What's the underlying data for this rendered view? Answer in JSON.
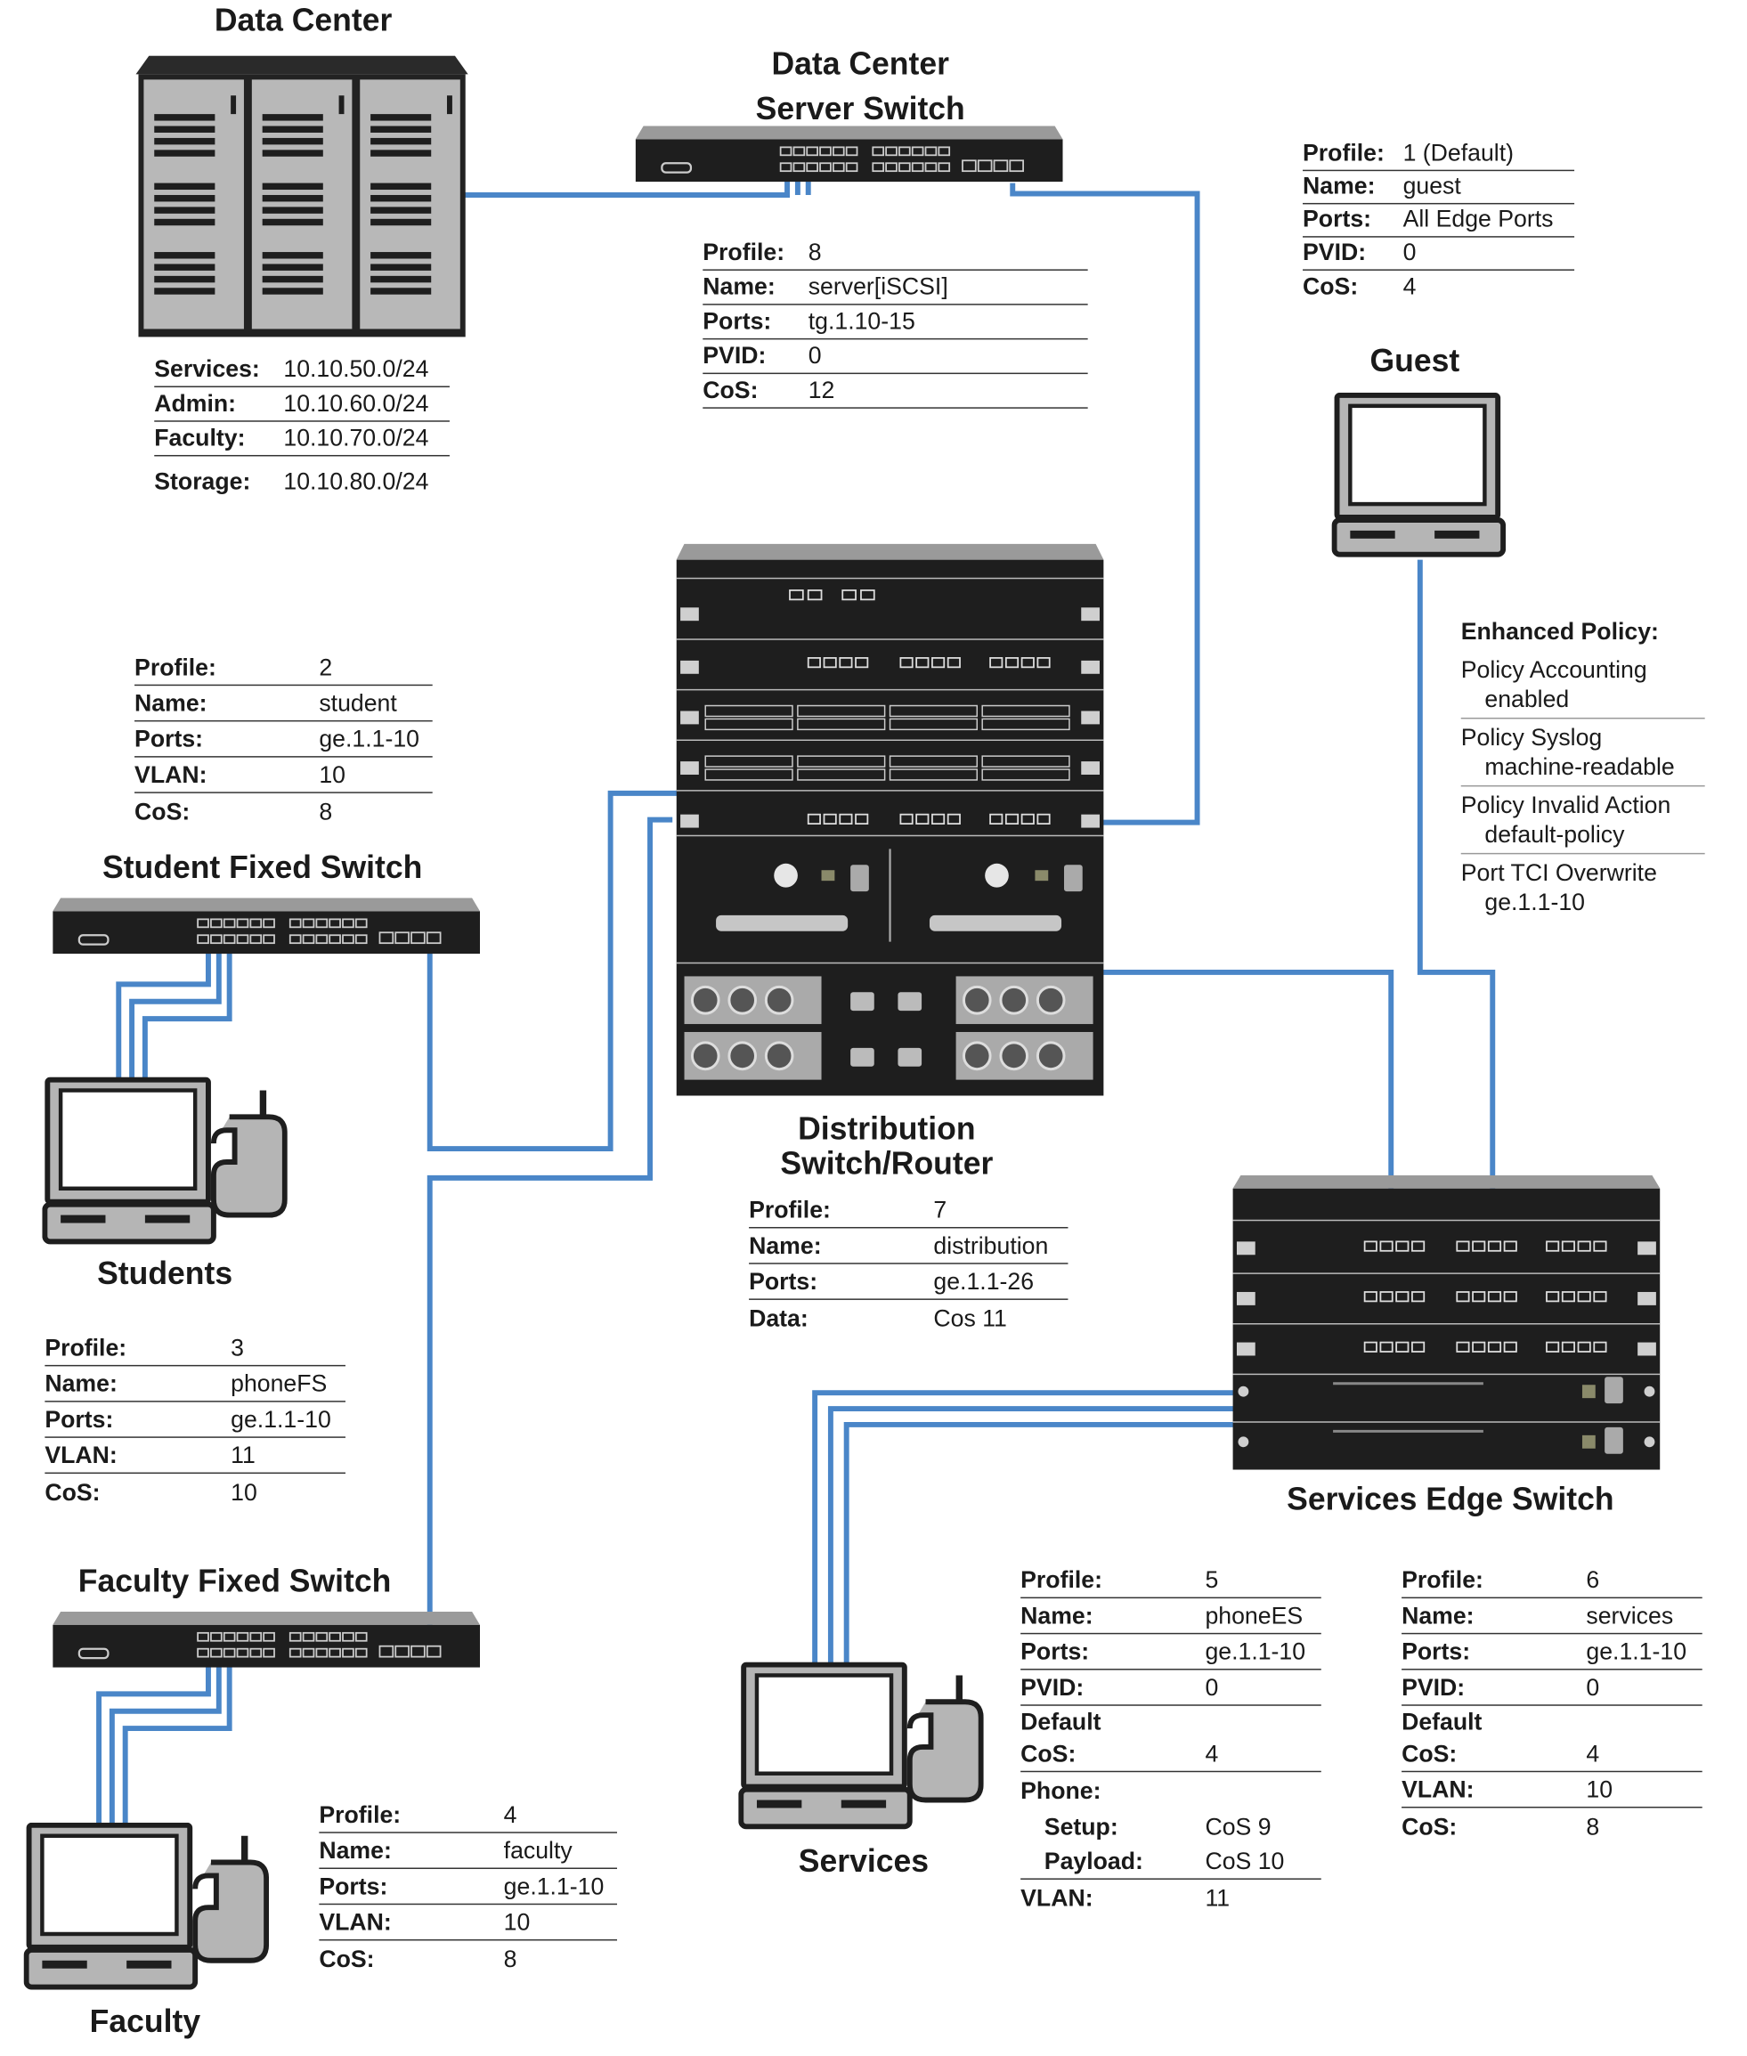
{
  "colors": {
    "link": "#4a86c8",
    "device_dark": "#1e1e1e",
    "device_light": "#b5b5b5"
  },
  "devices": {
    "data_center": "Data Center",
    "dc_server_switch_line1": "Data Center",
    "dc_server_switch_line2": "Server Switch",
    "guest": "Guest",
    "student_switch": "Student Fixed Switch",
    "students": "Students",
    "distribution_line1": "Distribution",
    "distribution_line2": "Switch/Router",
    "services_edge": "Services Edge Switch",
    "faculty_switch": "Faculty Fixed Switch",
    "services": "Services",
    "faculty": "Faculty"
  },
  "data_center_subnets": [
    {
      "key": "Services:",
      "value": "10.10.50.0/24"
    },
    {
      "key": "Admin:",
      "value": "10.10.60.0/24"
    },
    {
      "key": "Faculty:",
      "value": "10.10.70.0/24"
    },
    {
      "key": "Storage:",
      "value": "10.10.80.0/24"
    }
  ],
  "profile_server": [
    {
      "key": "Profile:",
      "value": "8"
    },
    {
      "key": "Name:",
      "value": "server[iSCSI]"
    },
    {
      "key": "Ports:",
      "value": "tg.1.10-15"
    },
    {
      "key": "PVID:",
      "value": "0"
    },
    {
      "key": "CoS:",
      "value": "12"
    }
  ],
  "profile_guest": [
    {
      "key": "Profile:",
      "value": "1 (Default)"
    },
    {
      "key": "Name:",
      "value": "guest"
    },
    {
      "key": "Ports:",
      "value": "All Edge Ports"
    },
    {
      "key": "PVID:",
      "value": "0"
    },
    {
      "key": "CoS:",
      "value": "4"
    }
  ],
  "enhanced_policy": {
    "title": "Enhanced Policy:",
    "items": [
      {
        "line1": "Policy Accounting",
        "line2": "enabled"
      },
      {
        "line1": "Policy Syslog",
        "line2": "machine-readable"
      },
      {
        "line1": "Policy Invalid Action",
        "line2": "default-policy"
      },
      {
        "line1": "Port TCI Overwrite",
        "line2": "ge.1.1-10"
      }
    ]
  },
  "profile_student": [
    {
      "key": "Profile:",
      "value": "2"
    },
    {
      "key": "Name:",
      "value": "student"
    },
    {
      "key": "Ports:",
      "value": "ge.1.1-10"
    },
    {
      "key": "VLAN:",
      "value": "10"
    },
    {
      "key": "CoS:",
      "value": "8"
    }
  ],
  "profile_distribution": [
    {
      "key": "Profile:",
      "value": "7"
    },
    {
      "key": "Name:",
      "value": "distribution"
    },
    {
      "key": "Ports:",
      "value": "ge.1.1-26"
    },
    {
      "key": "Data:",
      "value": "Cos 11"
    }
  ],
  "profile_phonefs": [
    {
      "key": "Profile:",
      "value": "3"
    },
    {
      "key": "Name:",
      "value": "phoneFS"
    },
    {
      "key": "Ports:",
      "value": "ge.1.1-10"
    },
    {
      "key": "VLAN:",
      "value": "11"
    },
    {
      "key": "CoS:",
      "value": "10"
    }
  ],
  "profile_phonees": {
    "profile_k": "Profile:",
    "profile_v": "5",
    "name_k": "Name:",
    "name_v": "phoneES",
    "ports_k": "Ports:",
    "ports_v": "ge.1.1-10",
    "pvid_k": "PVID:",
    "pvid_v": "0",
    "default_k": "Default",
    "cos_k": "CoS:",
    "cos_v": "4",
    "phone_k": "Phone:",
    "setup_k": "Setup:",
    "setup_v": "CoS 9",
    "payload_k": "Payload:",
    "payload_v": "CoS 10",
    "vlan_k": "VLAN:",
    "vlan_v": "11"
  },
  "profile_services": {
    "profile_k": "Profile:",
    "profile_v": "6",
    "name_k": "Name:",
    "name_v": "services",
    "ports_k": "Ports:",
    "ports_v": "ge.1.1-10",
    "pvid_k": "PVID:",
    "pvid_v": "0",
    "default_k": "Default",
    "dcos_k": "CoS:",
    "dcos_v": "4",
    "vlan_k": "VLAN:",
    "vlan_v": "10",
    "cos_k": "CoS:",
    "cos_v": "8"
  },
  "profile_faculty": [
    {
      "key": "Profile:",
      "value": "4"
    },
    {
      "key": "Name:",
      "value": "faculty"
    },
    {
      "key": "Ports:",
      "value": "ge.1.1-10"
    },
    {
      "key": "VLAN:",
      "value": "10"
    },
    {
      "key": "CoS:",
      "value": "8"
    }
  ]
}
